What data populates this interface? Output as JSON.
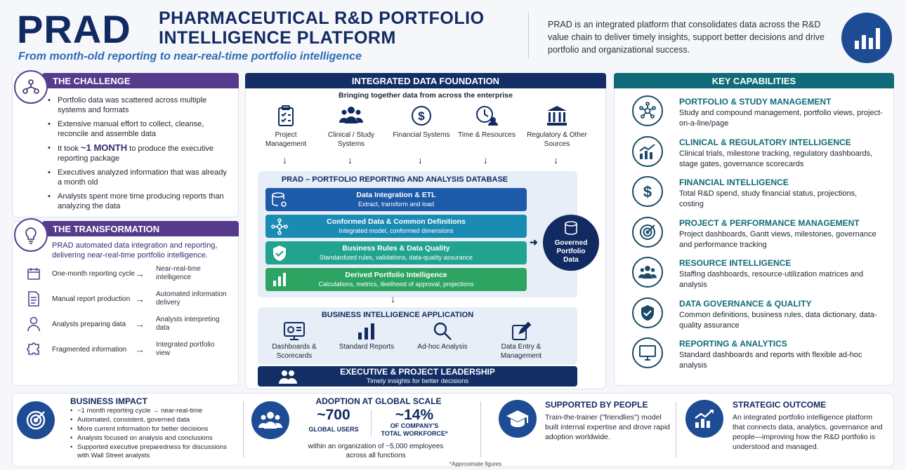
{
  "header": {
    "logo": "PRAD",
    "title": "PHARMACEUTICAL R&D PORTFOLIO INTELLIGENCE PLATFORM",
    "subtitle": "From month-old reporting to near-real-time portfolio intelligence",
    "description": "PRAD is an integrated platform that consolidates data across the R&D value chain to deliver timely insights, support better decisions and drive portfolio and organizational success.",
    "icon": "bar-chart-icon"
  },
  "challenge": {
    "title": "THE CHALLENGE",
    "icon": "network-people-icon",
    "bullets": [
      {
        "text": "Portfolio data was scattered across multiple systems and formats"
      },
      {
        "text": "Extensive manual effort to collect, cleanse, reconcile and assemble data"
      },
      {
        "pre": "It took ",
        "strong": "~1 MONTH",
        "post": " to produce the executive reporting package"
      },
      {
        "text": "Executives analyzed information that was already a month old"
      },
      {
        "text": "Analysts spent more time producing reports than analyzing the data"
      }
    ]
  },
  "transformation": {
    "title": "THE TRANSFORMATION",
    "icon": "lightbulb-icon",
    "intro": "PRAD automated data integration and reporting, delivering near-real-time portfolio intelligence.",
    "rows": [
      {
        "icon": "calendar-icon",
        "from": "One-month reporting cycle",
        "to": "Near-real-time intelligence"
      },
      {
        "icon": "document-icon",
        "from": "Manual report production",
        "to": "Automated information delivery"
      },
      {
        "icon": "person-icon",
        "from": "Analysts preparing data",
        "to": "Analysts interpreting data"
      },
      {
        "icon": "puzzle-icon",
        "from": "Fragmented information",
        "to": "Integrated portfolio view"
      }
    ],
    "arrow": "→"
  },
  "foundation": {
    "title": "INTEGRATED DATA FOUNDATION",
    "subtitle": "Bringing together data from across the enterprise",
    "sources": [
      {
        "icon": "clipboard-icon",
        "label": "Project Management"
      },
      {
        "icon": "people-icon",
        "label": "Clinical / Study Systems"
      },
      {
        "icon": "dollar-icon",
        "label": "Financial Systems"
      },
      {
        "icon": "clock-person-icon",
        "label": "Time & Resources"
      },
      {
        "icon": "building-icon",
        "label": "Regulatory & Other Sources"
      }
    ],
    "db_title": "PRAD – PORTFOLIO REPORTING AND ANALYSIS DATABASE",
    "layers": [
      {
        "title": "Data Integration & ETL",
        "sub": "Extract, transform and load",
        "color": "#1d5aa8",
        "icon": "database-gear-icon"
      },
      {
        "title": "Conformed Data & Common Definitions",
        "sub": "Integrated model, conformed dimensions",
        "color": "#1a8bb3",
        "icon": "network-icon"
      },
      {
        "title": "Business Rules & Data Quality",
        "sub": "Standardized rules, validations, data-quality assurance",
        "color": "#21a38f",
        "icon": "shield-check-icon"
      },
      {
        "title": "Derived Portfolio Intelligence",
        "sub": "Calculations, metrics, likelihood of approval, projections",
        "color": "#2ea463",
        "icon": "bar-chart-icon"
      }
    ],
    "governed": "Governed Portfolio Data",
    "bi_title": "BUSINESS INTELLIGENCE APPLICATION",
    "bi_items": [
      {
        "icon": "dashboard-icon",
        "label": "Dashboards & Scorecards"
      },
      {
        "icon": "bar-chart-icon",
        "label": "Standard Reports"
      },
      {
        "icon": "magnifier-icon",
        "label": "Ad-hoc Analysis"
      },
      {
        "icon": "edit-icon",
        "label": "Data Entry & Management"
      }
    ],
    "exec_title": "EXECUTIVE & PROJECT LEADERSHIP",
    "exec_sub": "Timely insights for better decisions"
  },
  "capabilities": {
    "title": "KEY CAPABILITIES",
    "items": [
      {
        "icon": "network-icon",
        "title": "PORTFOLIO & STUDY MANAGEMENT",
        "desc": "Study and compound management, portfolio views, project-on-a-line/page"
      },
      {
        "icon": "growth-chart-icon",
        "title": "CLINICAL & REGULATORY INTELLIGENCE",
        "desc": "Clinical trials, milestone tracking, regulatory dashboards, stage gates, governance scorecards"
      },
      {
        "icon": "dollar-icon",
        "title": "FINANCIAL INTELLIGENCE",
        "desc": "Total R&D spend, study financial status, projections, costing"
      },
      {
        "icon": "target-icon",
        "title": "PROJECT & PERFORMANCE MANAGEMENT",
        "desc": "Project dashboards, Gantt views, milestones, governance and performance tracking"
      },
      {
        "icon": "people-icon",
        "title": "RESOURCE INTELLIGENCE",
        "desc": "Staffing dashboards, resource-utilization matrices and analysis"
      },
      {
        "icon": "shield-check-icon",
        "title": "DATA GOVERNANCE & QUALITY",
        "desc": "Common definitions, business rules, data dictionary, data-quality assurance"
      },
      {
        "icon": "monitor-icon",
        "title": "REPORTING & ANALYTICS",
        "desc": "Standard dashboards and reports with flexible ad-hoc analysis"
      }
    ]
  },
  "bottom": {
    "impact": {
      "title": "BUSINESS IMPACT",
      "icon": "target-icon",
      "bullets": [
        "~1 month reporting cycle → near-real-time",
        "Automated, consistent, governed data",
        "More current information for better decisions",
        "Analysts focused on analysis and conclusions",
        "Supported executive preparedness for discussions with Wall Street analysts"
      ]
    },
    "adoption": {
      "title": "ADOPTION AT GLOBAL SCALE",
      "icon": "people-icon",
      "stat1": "~700",
      "stat1_label": "GLOBAL USERS",
      "stat2": "~14%",
      "stat2_label": "OF COMPANY'S TOTAL WORKFORCE*",
      "note": "within an organization of ~5,000 employees across all functions",
      "footnote": "*Approximate figures"
    },
    "people": {
      "title": "SUPPORTED BY PEOPLE",
      "icon": "graduation-cap-icon",
      "desc": "Train-the-trainer (\"friendlies\") model built internal expertise and drove rapid adoption worldwide."
    },
    "outcome": {
      "title": "STRATEGIC OUTCOME",
      "icon": "growth-chart-icon",
      "desc": "An integrated portfolio intelligence platform that connects data, analytics, governance and people—improving how the R&D portfolio is understood and managed."
    }
  }
}
